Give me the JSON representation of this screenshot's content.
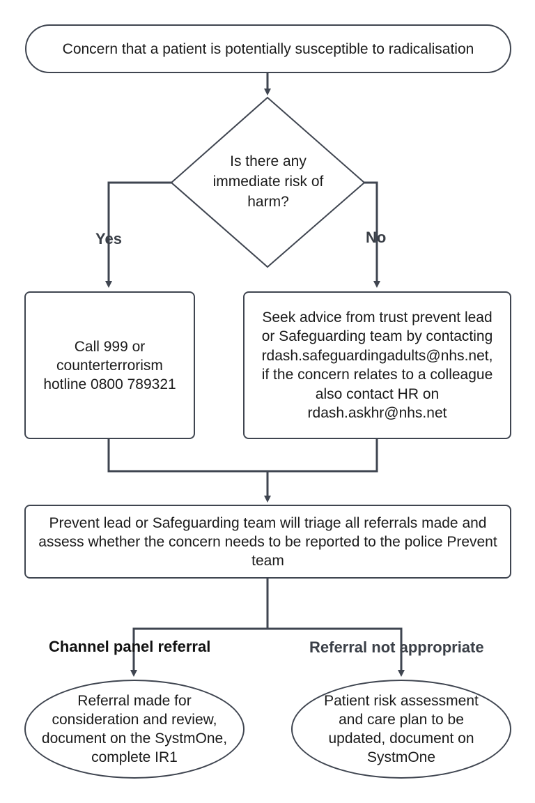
{
  "start": "Concern that a patient is potentially susceptible to radicalisation",
  "decision": "Is there any immediate risk of harm?",
  "branches": {
    "yes": "Yes",
    "no": "No",
    "channel": "Channel panel referral",
    "not_appropriate": "Referral not appropriate"
  },
  "yes_action": "Call 999 or counterterrorism hotline 0800 789321",
  "no_action": {
    "line1": "Seek advice from trust prevent lead",
    "line2": "or Safeguarding team by contacting",
    "line3": "rdash.safeguardingadults@nhs.net,",
    "line4": "if the concern relates to a colleague",
    "line5": "also contact HR on",
    "line6": "rdash.askhr@nhs.net"
  },
  "triage": "Prevent lead or Safeguarding team will triage all referrals made and assess whether the concern needs to be reported to the police Prevent team",
  "outcome_channel": "Referral made for consideration and review, document on the SystmOne, complete IR1",
  "outcome_not_appropriate": "Patient risk assessment and care plan to be updated, document on SystmOne",
  "colors": {
    "stroke": "#3f4550",
    "text": "#1a1a1a",
    "branch_gray": "#3a3f47"
  }
}
